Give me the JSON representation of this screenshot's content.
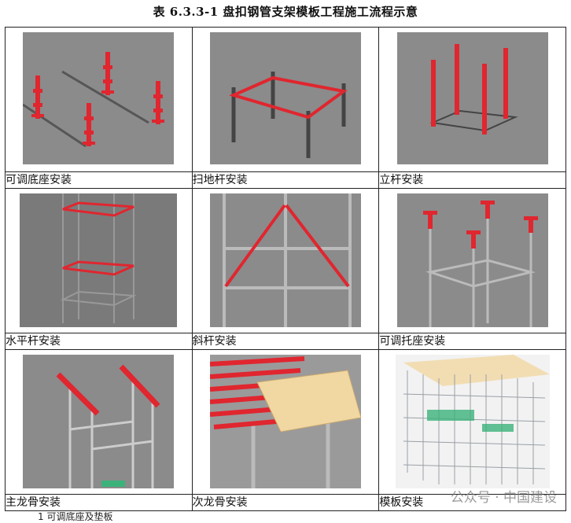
{
  "title": "表 6.3.3-1 盘扣钢管支架模板工程施工流程示意",
  "steps": [
    {
      "caption": "可调底座安装"
    },
    {
      "caption": "扫地杆安装"
    },
    {
      "caption": "立杆安装"
    },
    {
      "caption": "水平杆安装"
    },
    {
      "caption": "斜杆安装"
    },
    {
      "caption": "可调托座安装"
    },
    {
      "caption": "主龙骨安装"
    },
    {
      "caption": "次龙骨安装"
    },
    {
      "caption": "模板安装"
    }
  ],
  "watermark": "公众号 · 中国建设",
  "footnote": "1  可调底座及垫板",
  "colors": {
    "highlight": "#e0262f",
    "steel": "#7a7d82",
    "panel": "#f1d7a2",
    "net": "#3bb27a"
  }
}
